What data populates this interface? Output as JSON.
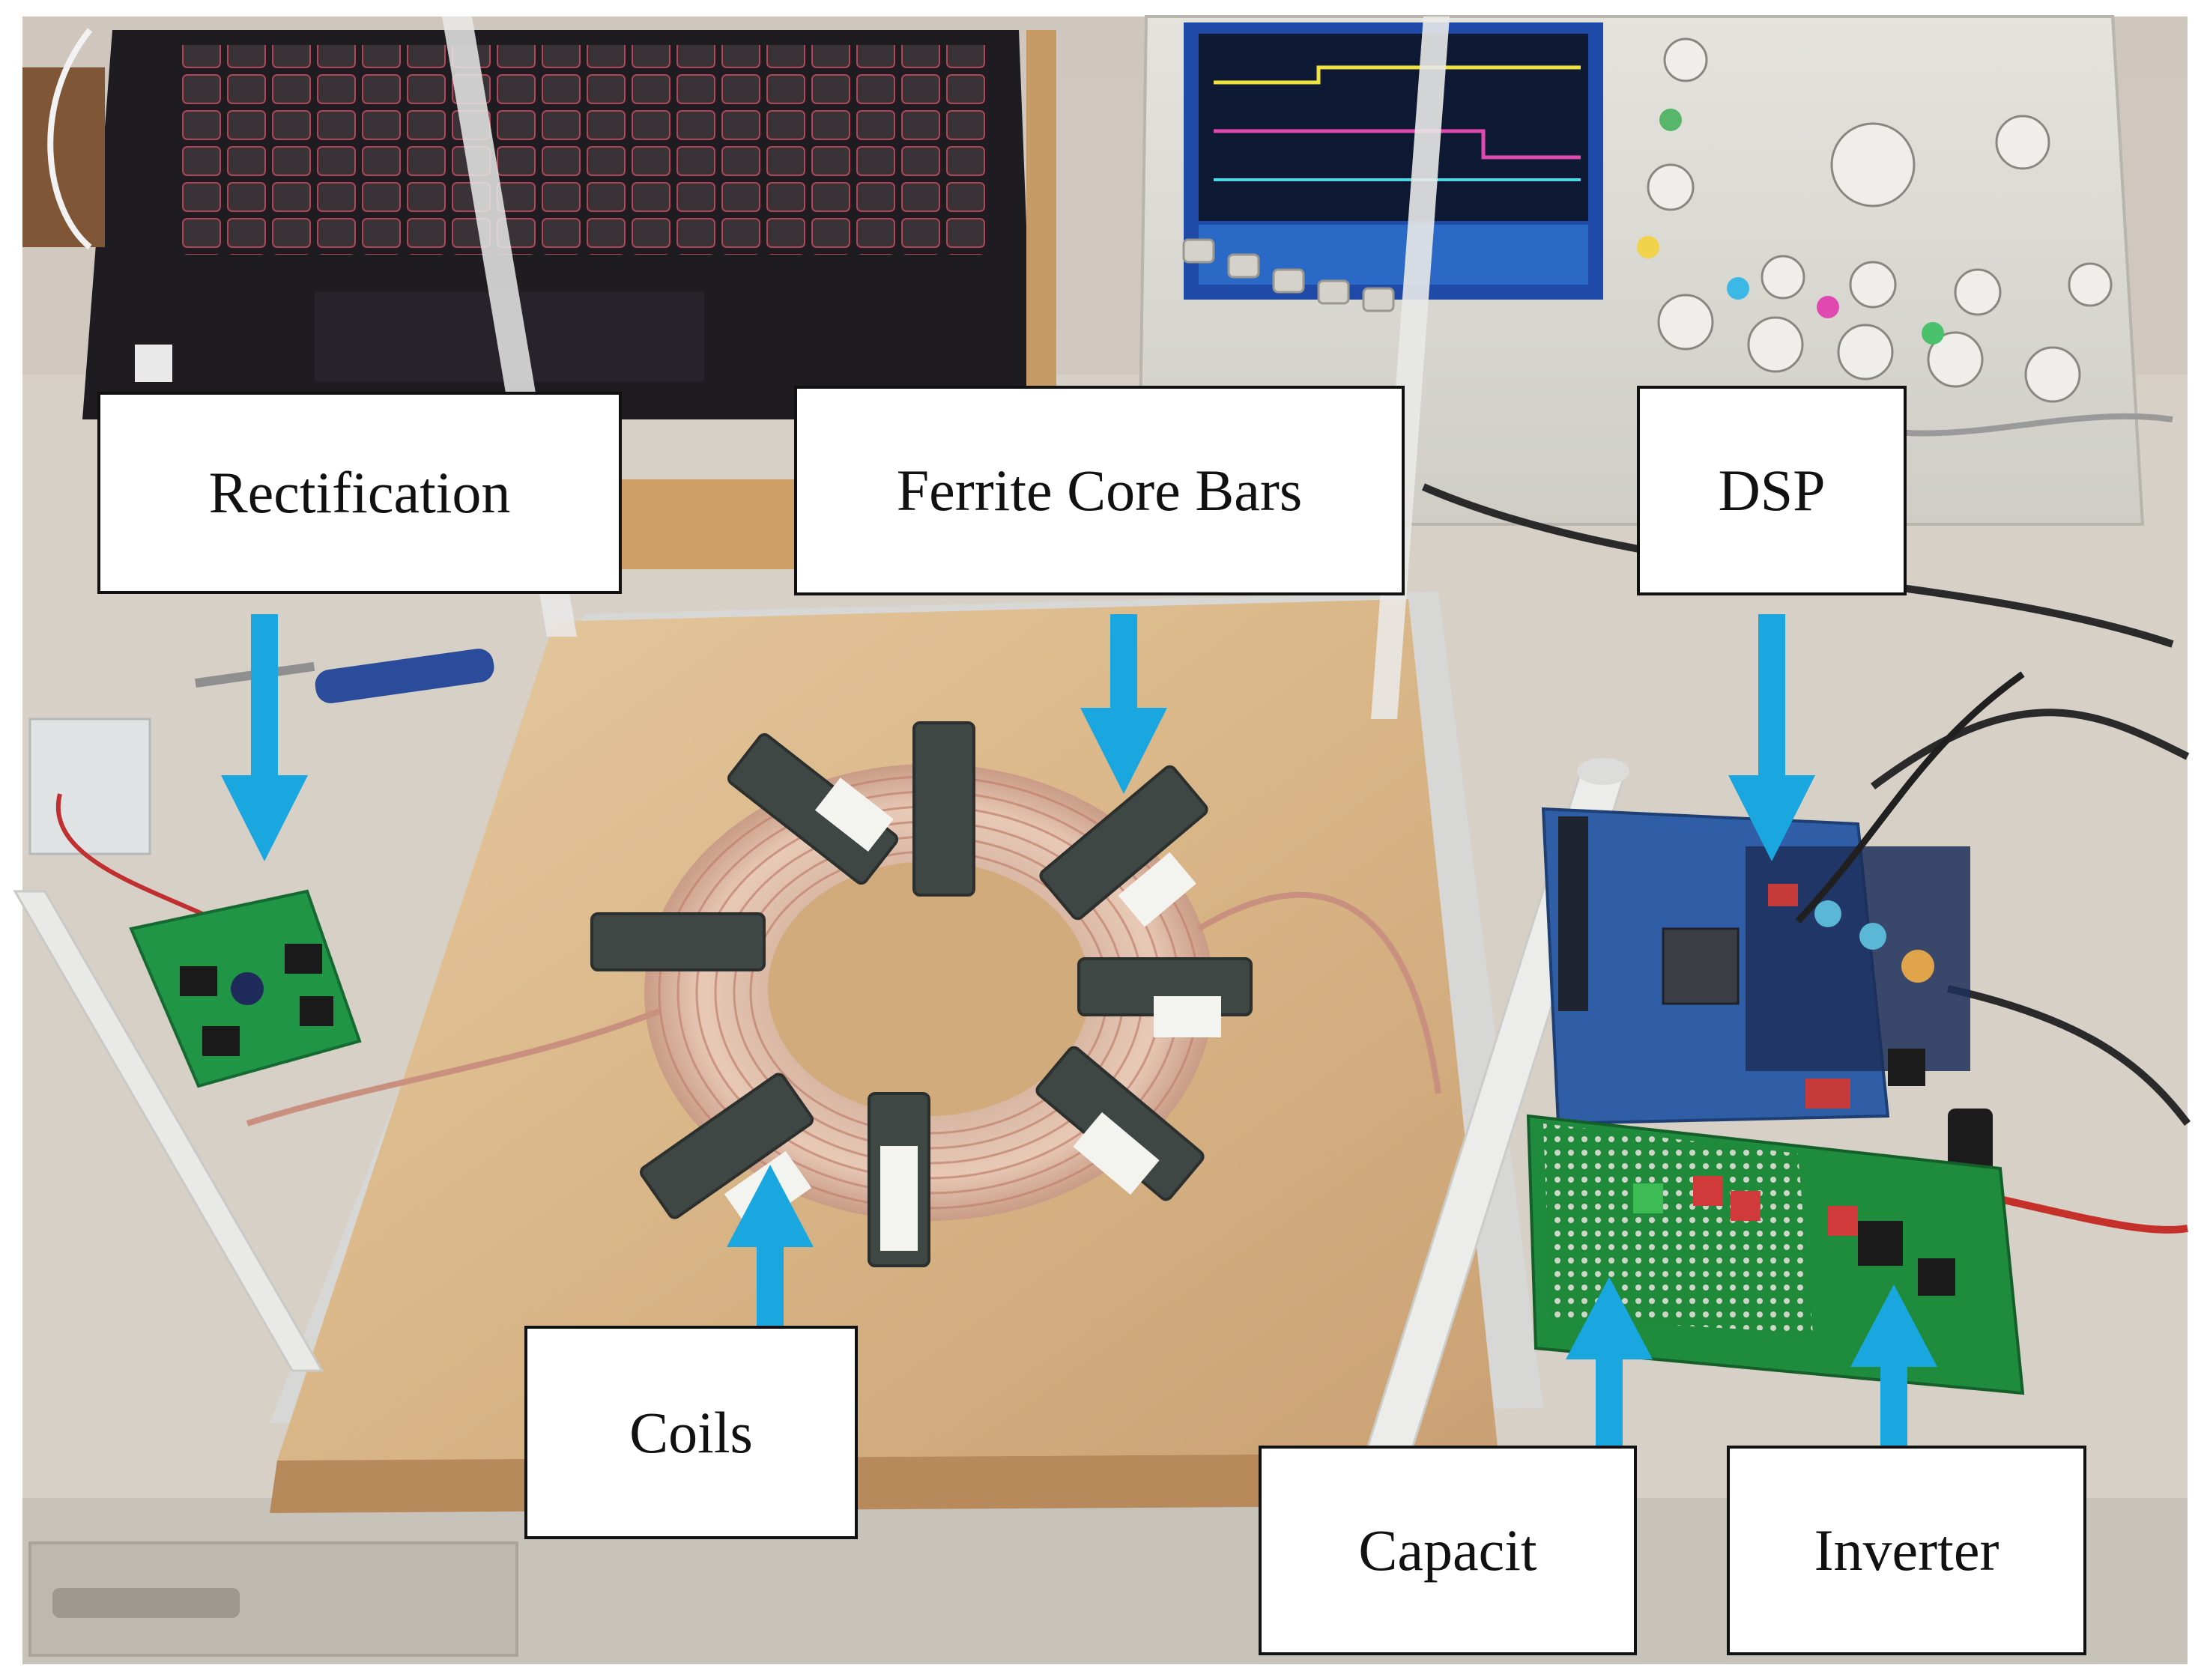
{
  "figure": {
    "labels": {
      "rectification": "Rectification",
      "ferrite": "Ferrite Core Bars",
      "dsp": "DSP",
      "coils": "Coils",
      "capacitor": "Capacit",
      "inverter": "Inverter"
    }
  },
  "colors": {
    "arrow": "#1aa7e0",
    "label_border": "#111111",
    "label_bg": "#ffffff"
  }
}
